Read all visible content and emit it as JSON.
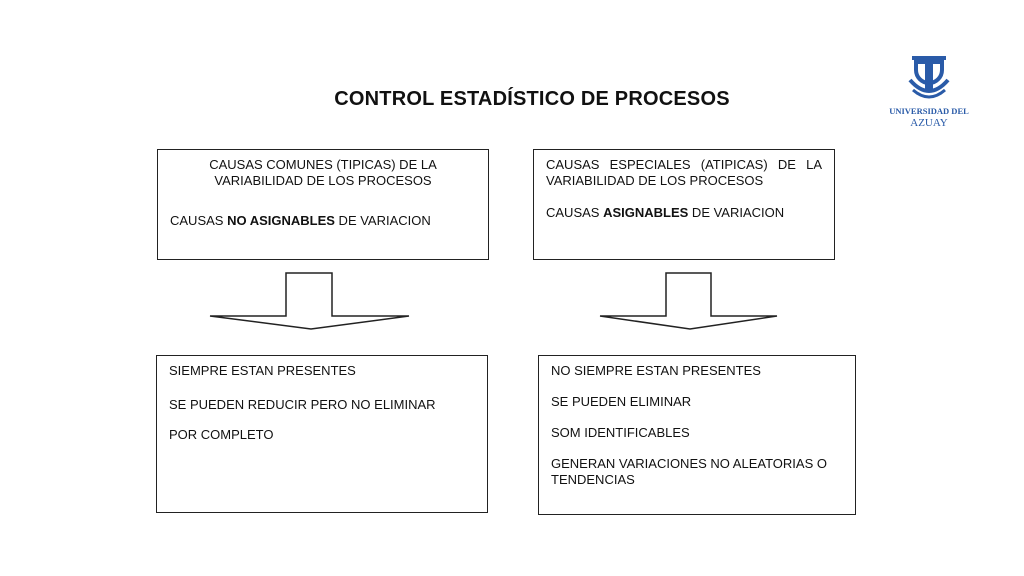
{
  "title": "CONTROL ESTADÍSTICO DE PROCESOS",
  "logo": {
    "line1": "UNIVERSIDAD DEL",
    "line2": "AZUAY",
    "color": "#2a5ba8"
  },
  "common_causes": {
    "heading_line1": "CAUSAS COMUNES (TIPICAS) DE LA",
    "heading_line2": "VARIABILIDAD DE LOS PROCESOS",
    "subtitle_pre": "CAUSAS ",
    "subtitle_bold": "NO ASIGNABLES",
    "subtitle_post": " DE VARIACION"
  },
  "special_causes": {
    "heading_line1": "CAUSAS ESPECIALES (ATIPICAS) DE LA",
    "heading_line2": "VARIABILIDAD DE LOS PROCESOS",
    "subtitle_pre": "CAUSAS ",
    "subtitle_bold": "ASIGNABLES",
    "subtitle_post": " DE VARIACION"
  },
  "common_traits": {
    "item1": "SIEMPRE ESTAN PRESENTES",
    "item2": "SE PUEDEN REDUCIR PERO NO ELIMINAR",
    "item3": "POR COMPLETO"
  },
  "special_traits": {
    "item1": "NO SIEMPRE ESTAN PRESENTES",
    "item2": "SE PUEDEN ELIMINAR",
    "item3": "SOM IDENTIFICABLES",
    "item4": "GENERAN VARIACIONES NO ALEATORIAS O",
    "item5": "TENDENCIAS"
  }
}
